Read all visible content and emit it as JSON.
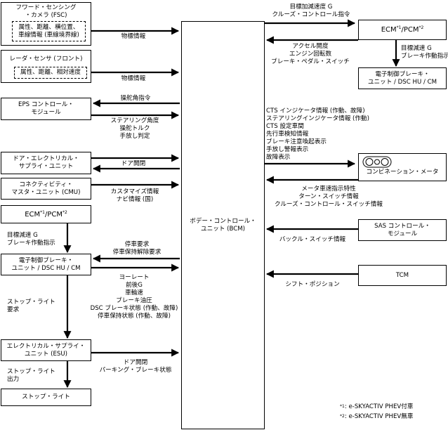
{
  "boxes": {
    "fsc_title": [
      "フワード・センシング",
      "・カメラ (FSC)"
    ],
    "fsc_sub": [
      "属性、距離、横位置、",
      "車線情報 (車線境界線)"
    ],
    "radar_title": [
      "レーダ・センサ (フロント)"
    ],
    "radar_sub": [
      "属性、距離、相対速度"
    ],
    "eps": [
      "EPS コントロール・",
      "モジュール"
    ],
    "door": [
      "ドア・エレクトリカル・",
      "サプライ・ユニット"
    ],
    "cmu": [
      "コネクティビティ・",
      "マスタ・ユニット (CMU)"
    ],
    "ecm_left": {
      "base": "ECM",
      "sup1": "*1",
      "mid": "/PCM",
      "sup2": "*2"
    },
    "dsc_left": [
      "電子制御ブレーキ・",
      "ユニット / DSC HU / CM"
    ],
    "esu": [
      "エレクトリカル・サプライ・",
      "ユニット (ESU)"
    ],
    "stoplight": [
      "ストップ・ライト"
    ],
    "bcm": [
      "ボデー・コントロール・",
      "ユニット (BCM)"
    ],
    "ecm_right": {
      "base": "ECM",
      "sup1": "*1",
      "mid": "/PCM",
      "sup2": "*2"
    },
    "dsc_right": [
      "電子制御ブレーキ・",
      "ユニット / DSC HU / CM"
    ],
    "combi": [
      "コンビネーション・メータ"
    ],
    "sas": [
      "SAS コントロール・",
      "モジュール"
    ],
    "tcm": [
      "TCM"
    ]
  },
  "labels": {
    "fsc_to_bcm": [
      "物標情報"
    ],
    "radar_to_bcm": [
      "物標情報"
    ],
    "bcm_to_eps": [
      "操舵角指令"
    ],
    "eps_to_bcm": [
      "ステアリング角度",
      "操舵トルク",
      "手放し判定"
    ],
    "bcm_to_door": [
      "ドア開閉"
    ],
    "cmu_to_bcm": [
      "カスタマイズ情報",
      "ナビ情報 (国)"
    ],
    "ecm_to_dsc_left": [
      "目標減速 G",
      "ブレーキ作動指示"
    ],
    "bcm_to_dsc_left": [
      "停車要求",
      "停車保持解除要求"
    ],
    "dsc_to_bcm": [
      "ヨーレート",
      "前後G",
      "車輪速",
      "ブレーキ油圧",
      "DSC ブレーキ状態 (作動、故障)",
      "停車保持状態 (作動、故障)"
    ],
    "dsc_to_esu": [
      "ストップ・ライト",
      "要求"
    ],
    "esu_to_bcm": [
      "ドア開閉",
      "パーキング・ブレーキ状態"
    ],
    "esu_to_stoplight": [
      "ストップ・ライト",
      "出力"
    ],
    "bcm_to_ecm": [
      "目標加減速度 G",
      "クルーズ・コントロール指令"
    ],
    "ecm_to_bcm": [
      "アクセル開度",
      "エンジン回転数",
      "ブレーキ・ペダル・スイッチ"
    ],
    "ecm_to_dsc_right": [
      "目標減速 G",
      "ブレーキ作動指示"
    ],
    "bcm_to_combi": [
      "CTS インジケータ情報 (作動、故障)",
      "ステアリングインジケータ情報 (作動)",
      "CTS 設定車間",
      "先行車検知情報",
      "ブレーキ注意喚起表示",
      "手放し警報表示",
      "故障表示"
    ],
    "combi_to_bcm": [
      "メータ車速指示特性",
      "ターン・スイッチ情報",
      "クルーズ・コントロール・スイッチ情報"
    ],
    "sas_to_bcm": [
      "バックル・スイッチ情報"
    ],
    "tcm_to_bcm": [
      "シフト・ポジション"
    ]
  },
  "footnotes": {
    "n1": {
      "mark": "*1",
      "text": ": e-SKYACTIV PHEV付車"
    },
    "n2": {
      "mark": "*2",
      "text": ": e-SKYACTIV PHEV無車"
    }
  }
}
